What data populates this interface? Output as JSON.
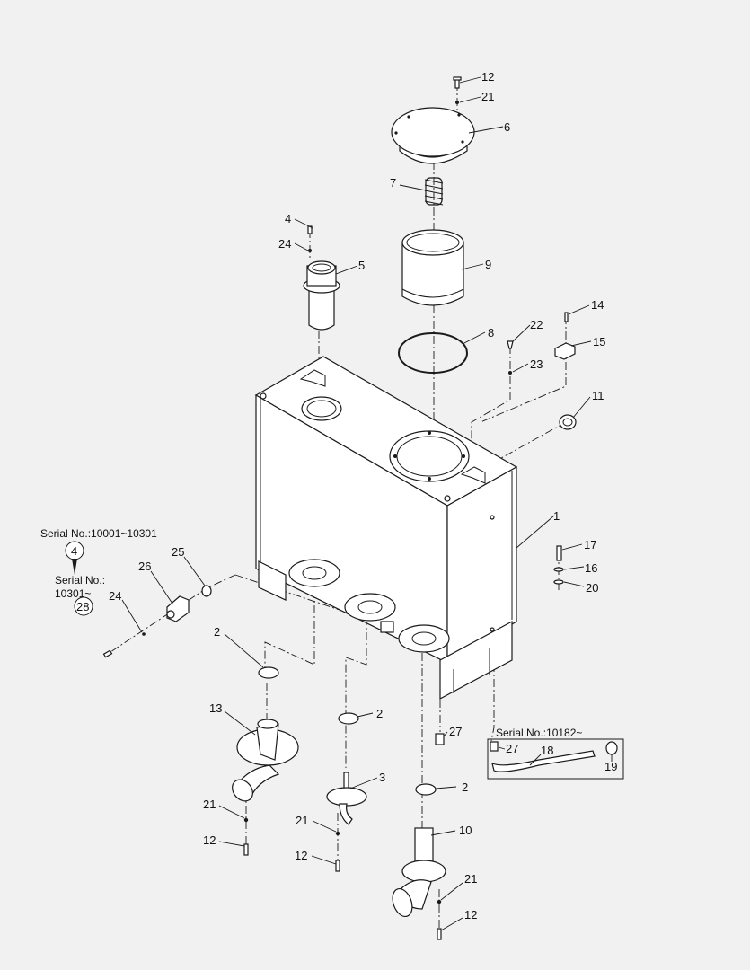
{
  "notes": {
    "serial_a": "Serial No.:10001~10301",
    "serial_b_line1": "Serial No.:",
    "serial_b_line2": "10301~",
    "serial_c": "Serial No.:10182~"
  },
  "callouts": {
    "c1": "1",
    "c2a": "2",
    "c2b": "2",
    "c2c": "2",
    "c3": "3",
    "c4": "4",
    "c4circ": "4",
    "c5": "5",
    "c6": "6",
    "c7": "7",
    "c8": "8",
    "c9": "9",
    "c10": "10",
    "c11": "11",
    "c12a": "12",
    "c12b": "12",
    "c12c": "12",
    "c12d": "12",
    "c13": "13",
    "c14": "14",
    "c15": "15",
    "c16": "16",
    "c17": "17",
    "c18": "18",
    "c19": "19",
    "c20": "20",
    "c21a": "21",
    "c21b": "21",
    "c21c": "21",
    "c21d": "21",
    "c22": "22",
    "c23": "23",
    "c24a": "24",
    "c24b": "24",
    "c25": "25",
    "c26": "26",
    "c27a": "27",
    "c27b": "27",
    "c28": "28"
  }
}
